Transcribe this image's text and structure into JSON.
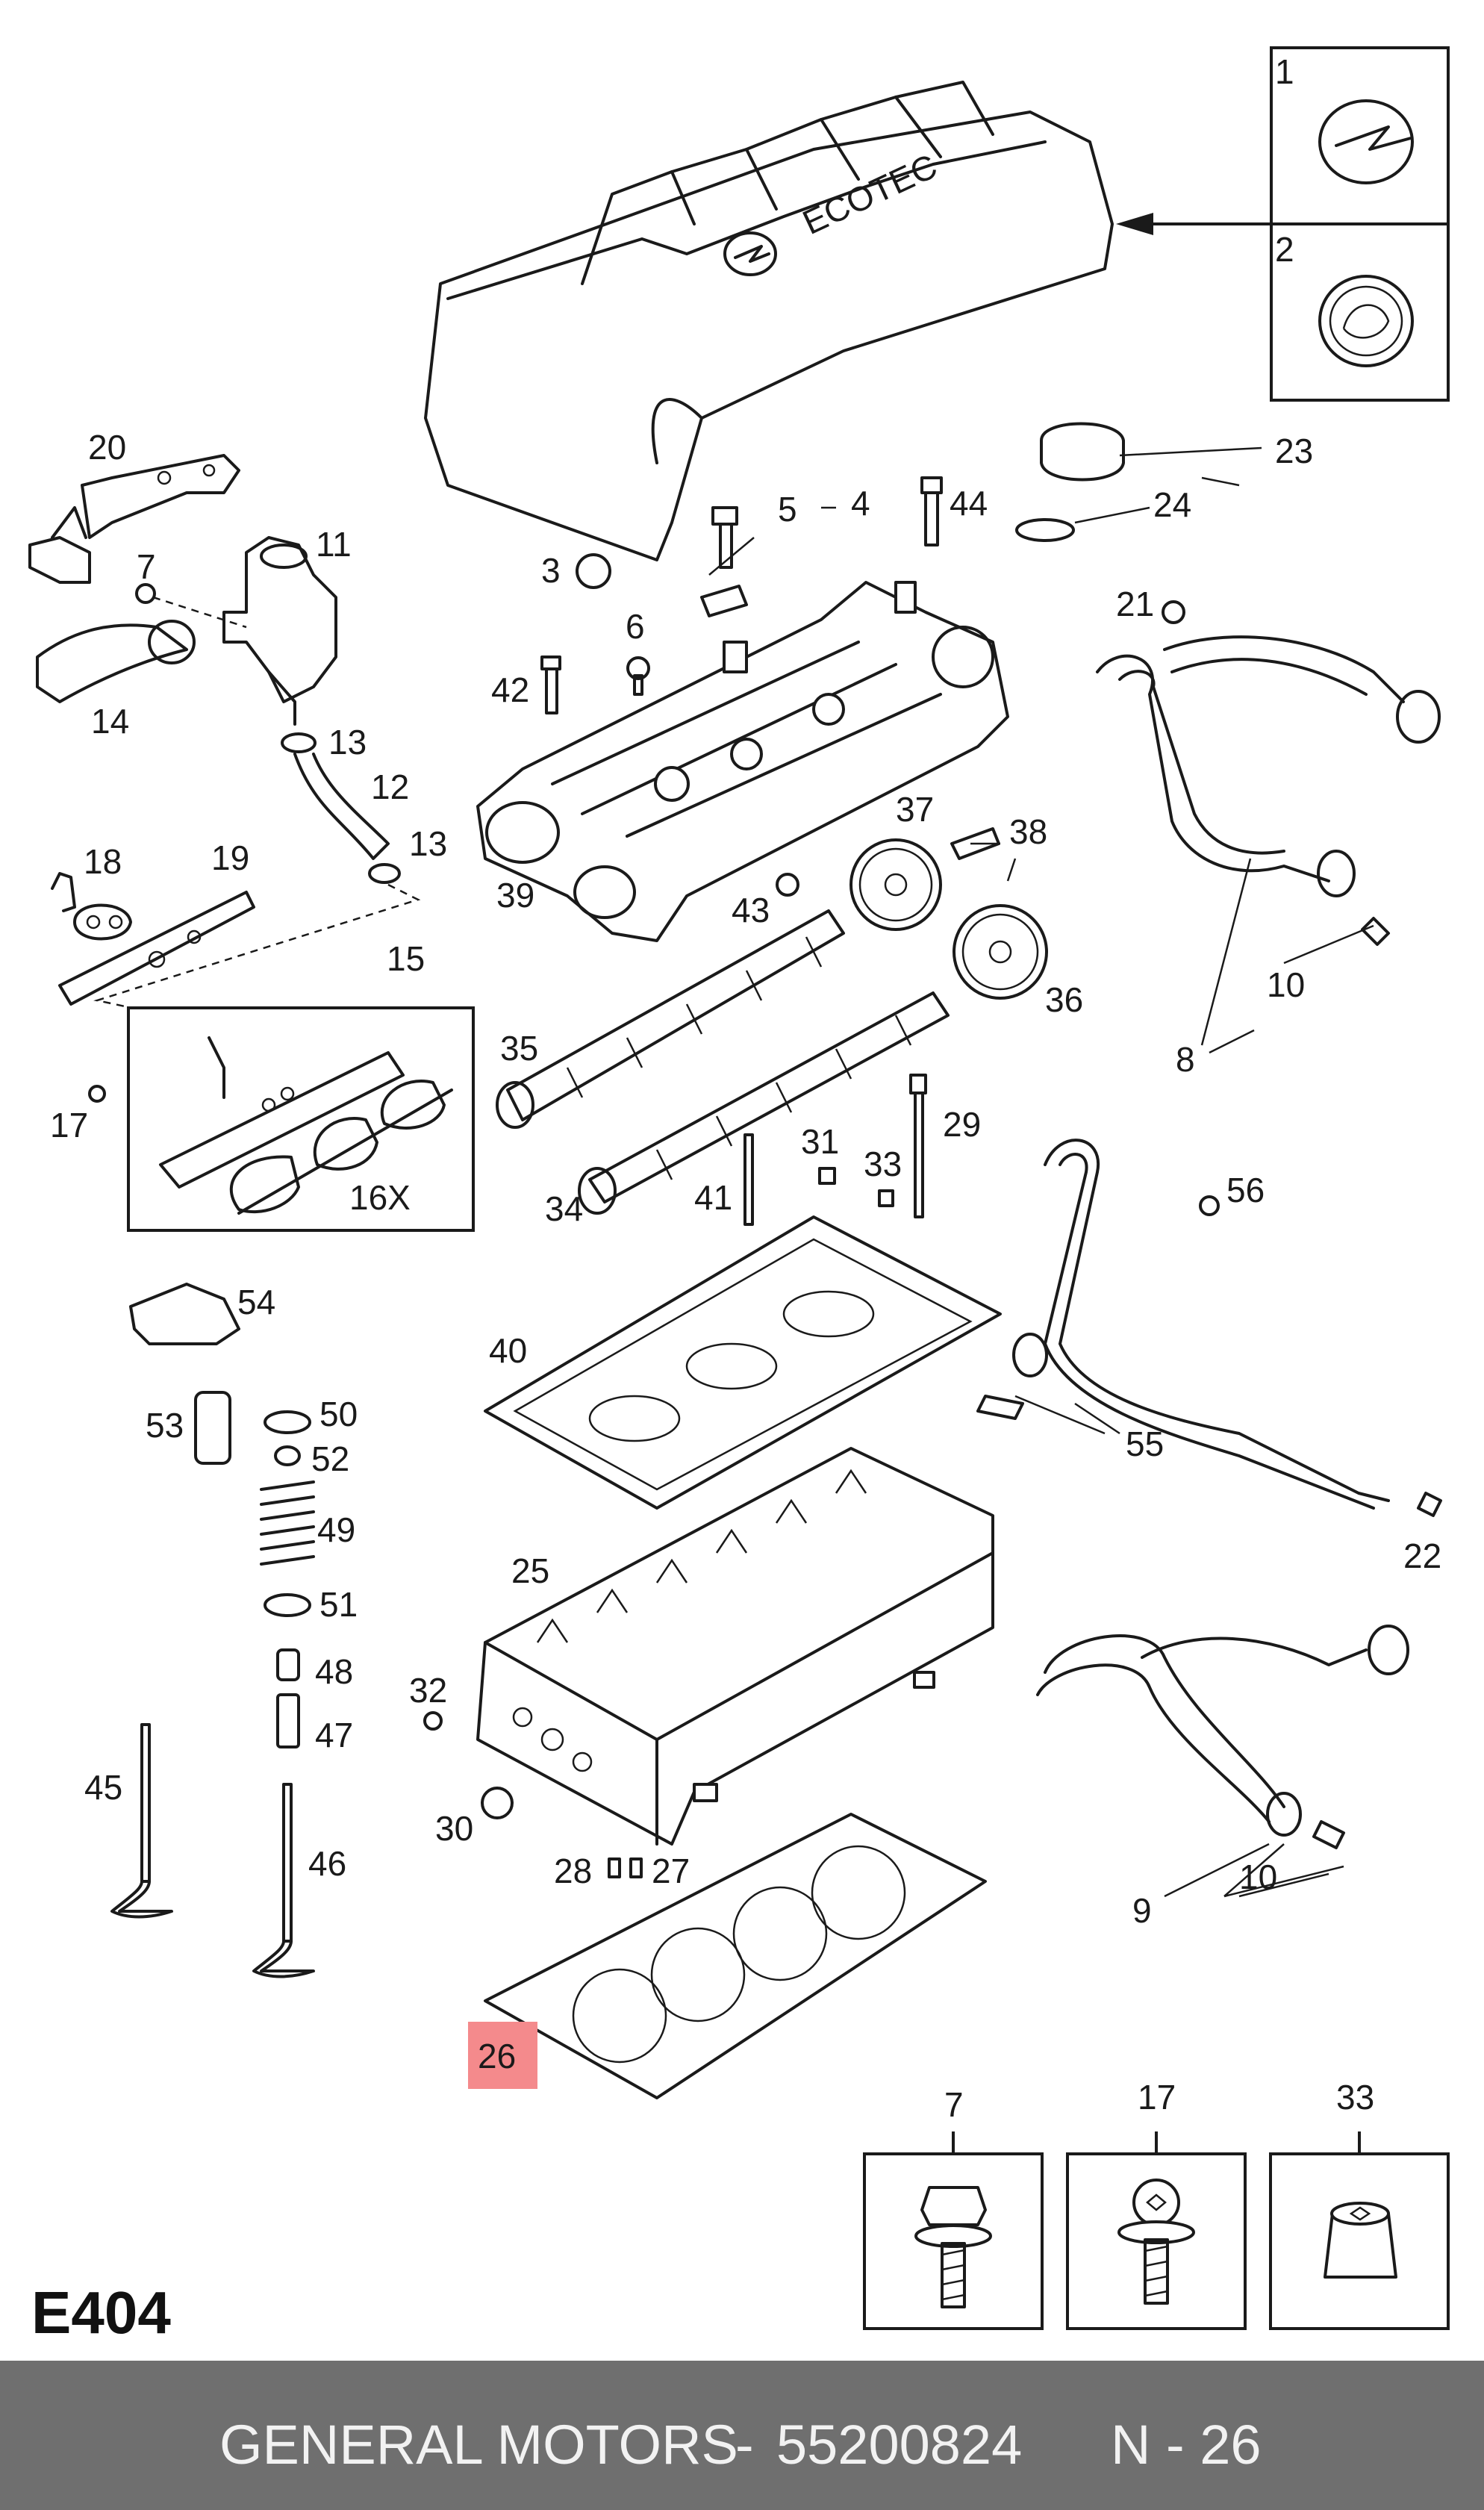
{
  "diagram": {
    "code": "E404",
    "cover_text": "ECOTEC",
    "highlighted_label": "26",
    "highlight_color": "#f48a8c",
    "footer_color": "#6f6f6f",
    "labels": [
      "1",
      "2",
      "3",
      "4",
      "5",
      "6",
      "7",
      "8",
      "9",
      "10",
      "10",
      "11",
      "12",
      "13",
      "13",
      "14",
      "15",
      "16X",
      "17",
      "18",
      "19",
      "20",
      "21",
      "22",
      "23",
      "24",
      "25",
      "26",
      "27",
      "28",
      "29",
      "30",
      "31",
      "32",
      "33",
      "34",
      "35",
      "36",
      "37",
      "38",
      "39",
      "40",
      "41",
      "42",
      "43",
      "44",
      "45",
      "46",
      "47",
      "48",
      "49",
      "50",
      "51",
      "52",
      "53",
      "54",
      "55",
      "56"
    ],
    "detail_boxes": [
      "7",
      "17",
      "33"
    ]
  },
  "footer": {
    "brand": "GENERAL MOTORS",
    "sep1": "-",
    "part_number": "55200824",
    "ref": "N - 26"
  }
}
